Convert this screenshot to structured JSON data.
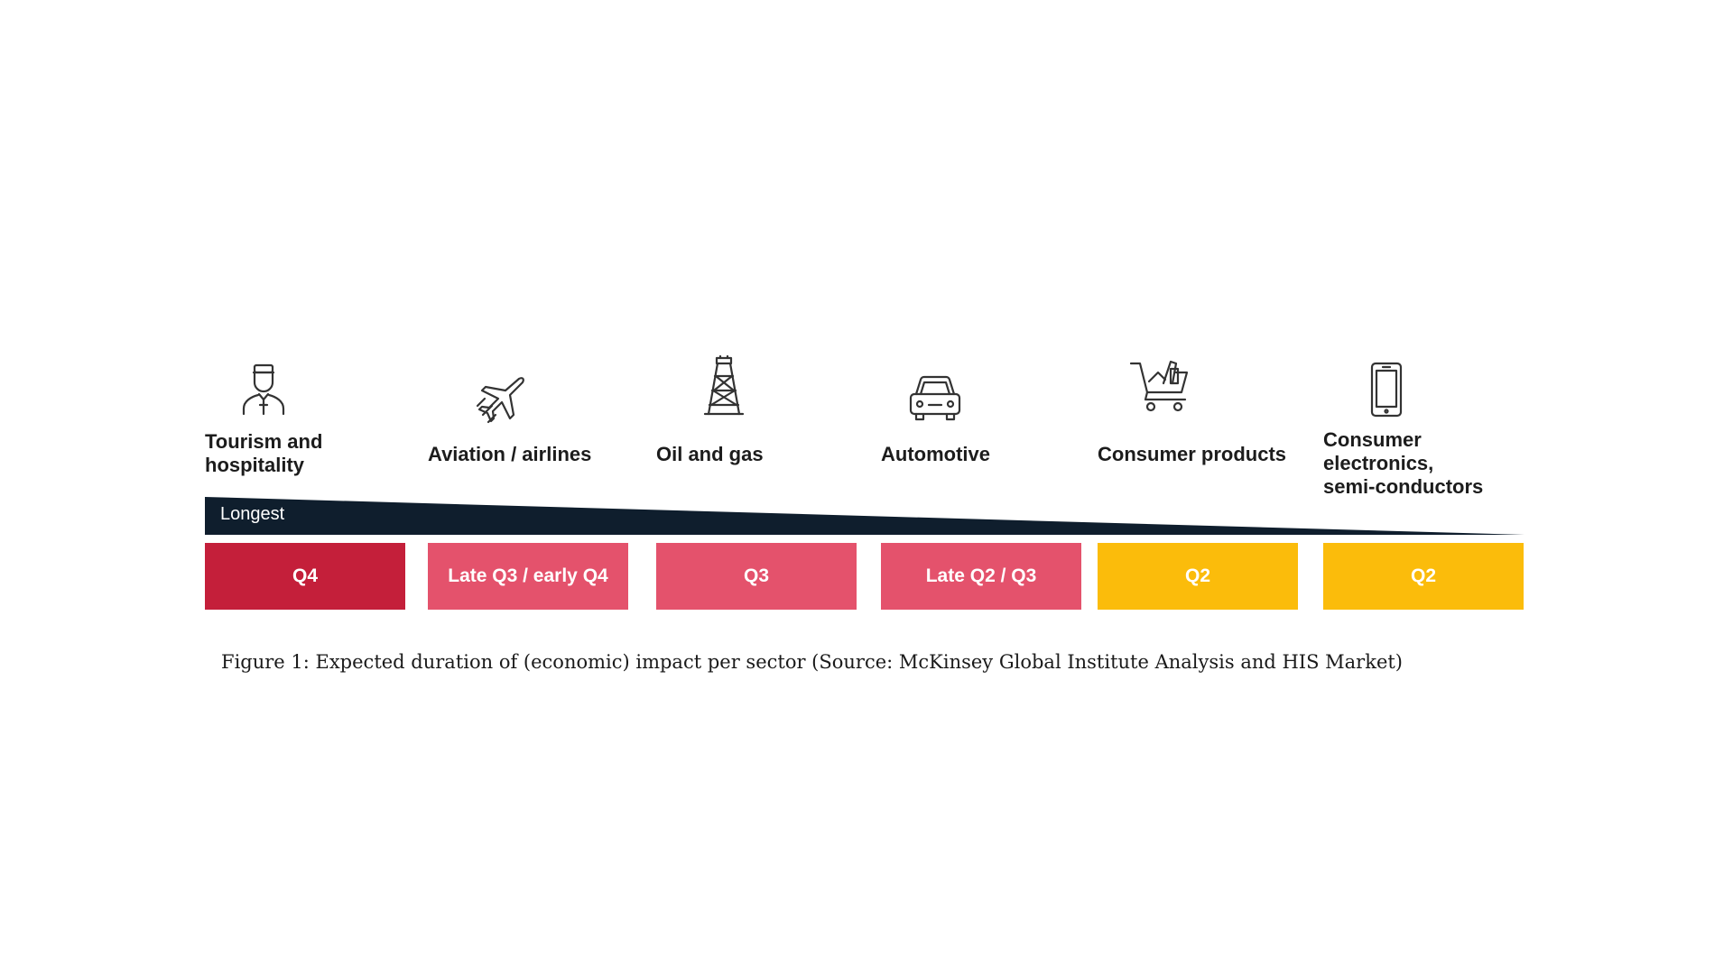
{
  "sectors": [
    {
      "label": "Tourism and\nhospitality",
      "icon": "person-icon",
      "duration": "Q4",
      "color": "#c41f3a"
    },
    {
      "label": "Aviation / airlines",
      "icon": "airplane-icon",
      "duration": "Late Q3 / early Q4",
      "color": "#e4526c"
    },
    {
      "label": "Oil and gas",
      "icon": "oil-rig-icon",
      "duration": "Q3",
      "color": "#e4526c"
    },
    {
      "label": "Automotive",
      "icon": "car-icon",
      "duration": "Late Q2 / Q3",
      "color": "#e4526c"
    },
    {
      "label": "Consumer products",
      "icon": "shopping-cart-icon",
      "duration": "Q2",
      "color": "#fbbc0b"
    },
    {
      "label": "Consumer\nelectronics,\nsemi-conductors",
      "icon": "smartphone-icon",
      "duration": "Q2",
      "color": "#fbbc0b"
    }
  ],
  "scale": {
    "label": "Longest",
    "color": "#0f1e2d"
  },
  "caption": "Figure 1: Expected duration of (economic) impact per sector (Source: McKinsey Global Institute Analysis and HIS Market)"
}
